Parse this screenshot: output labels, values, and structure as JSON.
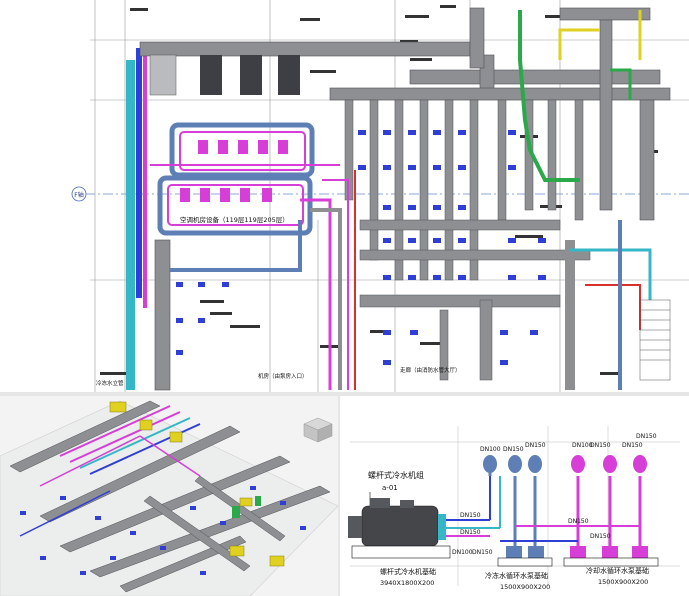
{
  "plan": {
    "grid_marker": "F轴",
    "labels": {
      "equip_room": "空调机房设备（119层119层205层）",
      "bottom_left": "冷冻水立管",
      "bottom_mid": "机房（由泵房入口）",
      "bottom_right": "走廊（由消防水管大厅）"
    }
  },
  "iso": {
    "description_hidden": ""
  },
  "detail": {
    "chiller_title": "螺杆式冷水机组",
    "chiller_tag": "a-01",
    "chiller_base": "螺杆式冷水机基础",
    "chiller_base_size": "3940X1800X200",
    "chw_pump_base": "冷冻水循环水泵基础",
    "chw_pump_size": "1500X900X200",
    "cw_pump_base": "冷却水循环水泵基础",
    "cw_pump_size": "1500X900X200",
    "dn": {
      "a": "DN100",
      "b": "DN150",
      "c": "DN150",
      "d": "DN100",
      "e": "DN150",
      "f": "DN150",
      "g": "DN150",
      "h": "DN150",
      "i": "DN150",
      "j": "DN150",
      "k": "DN150",
      "l": "DN100",
      "m": "DN150"
    }
  },
  "colors": {
    "duct": "#8d8f93",
    "duct_edge": "#4f5257",
    "pipe_magenta": "#d73dd7",
    "pipe_blue": "#2f3fd6",
    "pipe_cyan": "#36b7c7",
    "pipe_green": "#2aa84a",
    "pipe_yellow": "#e0d020",
    "pipe_red": "#d63030",
    "equipment_dark": "#3d3f44"
  }
}
